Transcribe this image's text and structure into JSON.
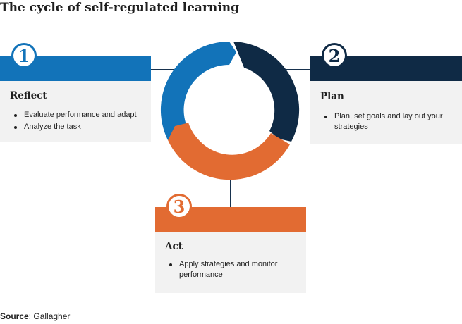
{
  "title": "The cycle of self-regulated learning",
  "colors": {
    "blue": "#1273b9",
    "navy": "#0f2a45",
    "orange": "#e26b32",
    "card": "#f2f2f2"
  },
  "steps": [
    {
      "number": "1",
      "heading": "Reflect",
      "items": [
        "Evaluate performance and adapt",
        "Analyze the task"
      ]
    },
    {
      "number": "2",
      "heading": "Plan",
      "items": [
        "Plan, set goals and lay out your strategies"
      ]
    },
    {
      "number": "3",
      "heading": "Act",
      "items": [
        "Apply strategies and monitor performance"
      ]
    }
  ],
  "source": {
    "label": "Source",
    "value": "Gallagher"
  }
}
